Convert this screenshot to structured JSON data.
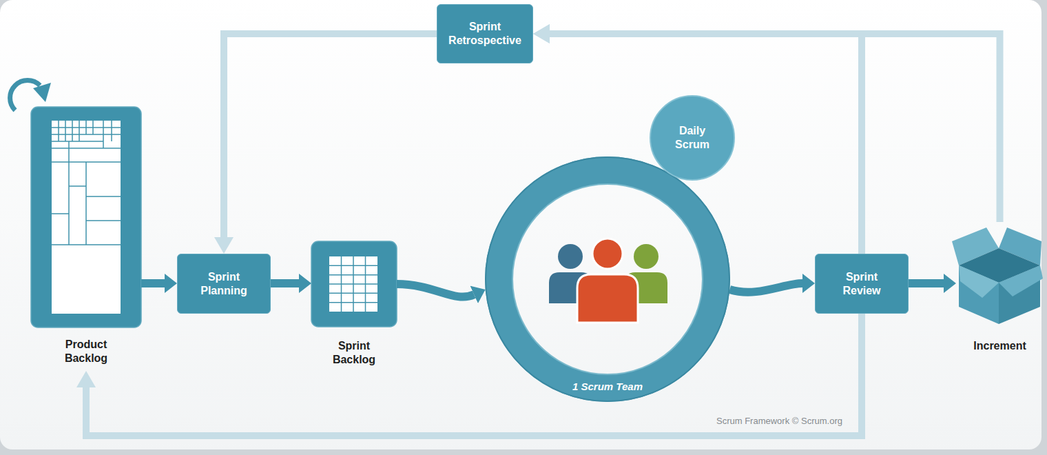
{
  "diagram": {
    "nodes": [
      {
        "text": [
          "Sprint Retrospective"
        ]
      },
      {
        "text": [
          "Product Backlog"
        ]
      },
      {
        "text": [
          "Sprint Planning"
        ]
      },
      {
        "text": [
          "Sprint Backlog"
        ]
      },
      {
        "text": [
          "Daily Scrum"
        ]
      },
      {
        "text": [
          "1 Scrum Team"
        ]
      },
      {
        "text": [
          "Sprint Review"
        ]
      },
      {
        "text": [
          "Increment"
        ]
      }
    ],
    "edges": [
      {
        "from": 1,
        "to": 2,
        "arrow": "to"
      },
      {
        "from": 2,
        "to": 3,
        "arrow": "to"
      },
      {
        "from": 3,
        "to": 5,
        "arrow": "to"
      },
      {
        "from": 5,
        "to": 6,
        "arrow": "to"
      },
      {
        "from": 6,
        "to": 7,
        "arrow": "to"
      },
      {
        "from": 6,
        "to": 0,
        "arrow": "to"
      },
      {
        "from": 7,
        "to": 0,
        "arrow": "to"
      },
      {
        "from": 0,
        "to": 2,
        "arrow": "to"
      },
      {
        "from": 6,
        "to": 1,
        "arrow": "to"
      }
    ],
    "labels": [
      "Scrum Framework © Scrum.org"
    ]
  }
}
